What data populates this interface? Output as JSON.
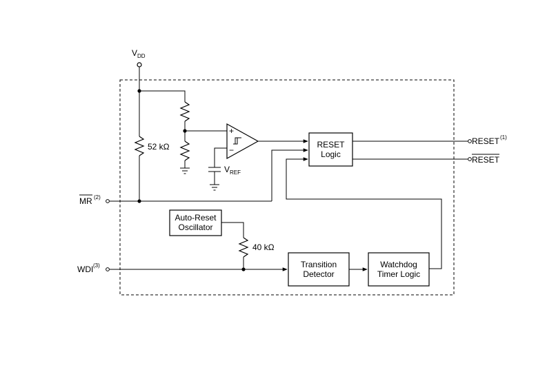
{
  "vdd": {
    "main": "V",
    "sub": "DD"
  },
  "resistor_52k": "52 kΩ",
  "resistor_40k": "40 kΩ",
  "vref": {
    "main": "V",
    "sub": "REF"
  },
  "mr": {
    "main": "MR",
    "note": "(2)"
  },
  "wdi": {
    "main": "WDI",
    "note": "(3)"
  },
  "reset_out": {
    "main": "RESET",
    "note": "(1)"
  },
  "reset_bar_out": "RESET",
  "reset_logic": {
    "line1": "RESET",
    "line2": "Logic"
  },
  "oscillator": {
    "line1": "Auto-Reset",
    "line2": "Oscillator"
  },
  "transition": {
    "line1": "Transition",
    "line2": "Detector"
  },
  "watchdog": {
    "line1": "Watchdog",
    "line2": "Timer Logic"
  },
  "comparator": {
    "plus": "+",
    "minus": "−"
  }
}
